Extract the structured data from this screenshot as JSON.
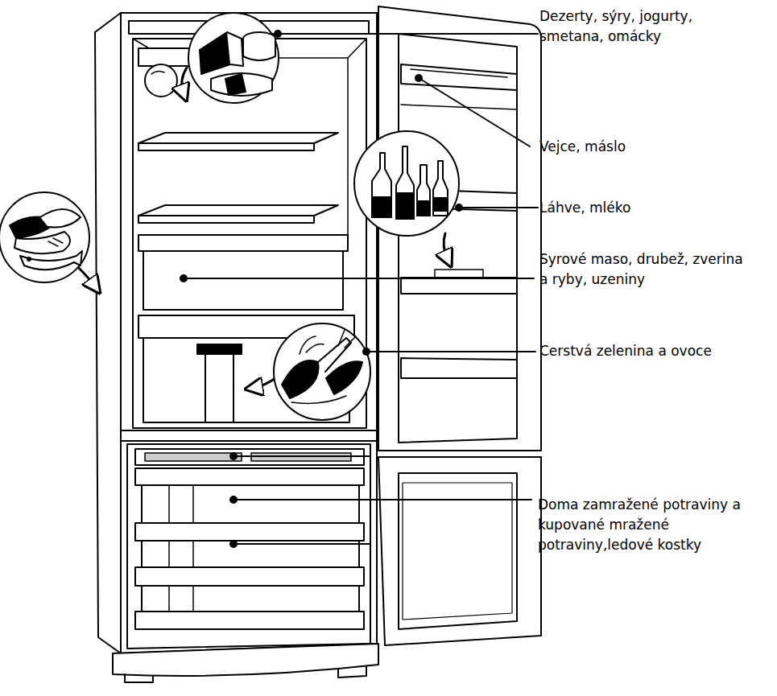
{
  "diagram": {
    "labels": [
      "Dezerty, sýry, jogurty, smetana, omácky",
      "Vejce, máslo",
      "Láhve, mléko",
      "Syrové maso, drubež, zverina a ryby, uzeniny",
      "Cerstvá zelenina a ovoce",
      "Doma zamražené potraviny a kupované mražené potraviny,ledové kostky"
    ]
  }
}
